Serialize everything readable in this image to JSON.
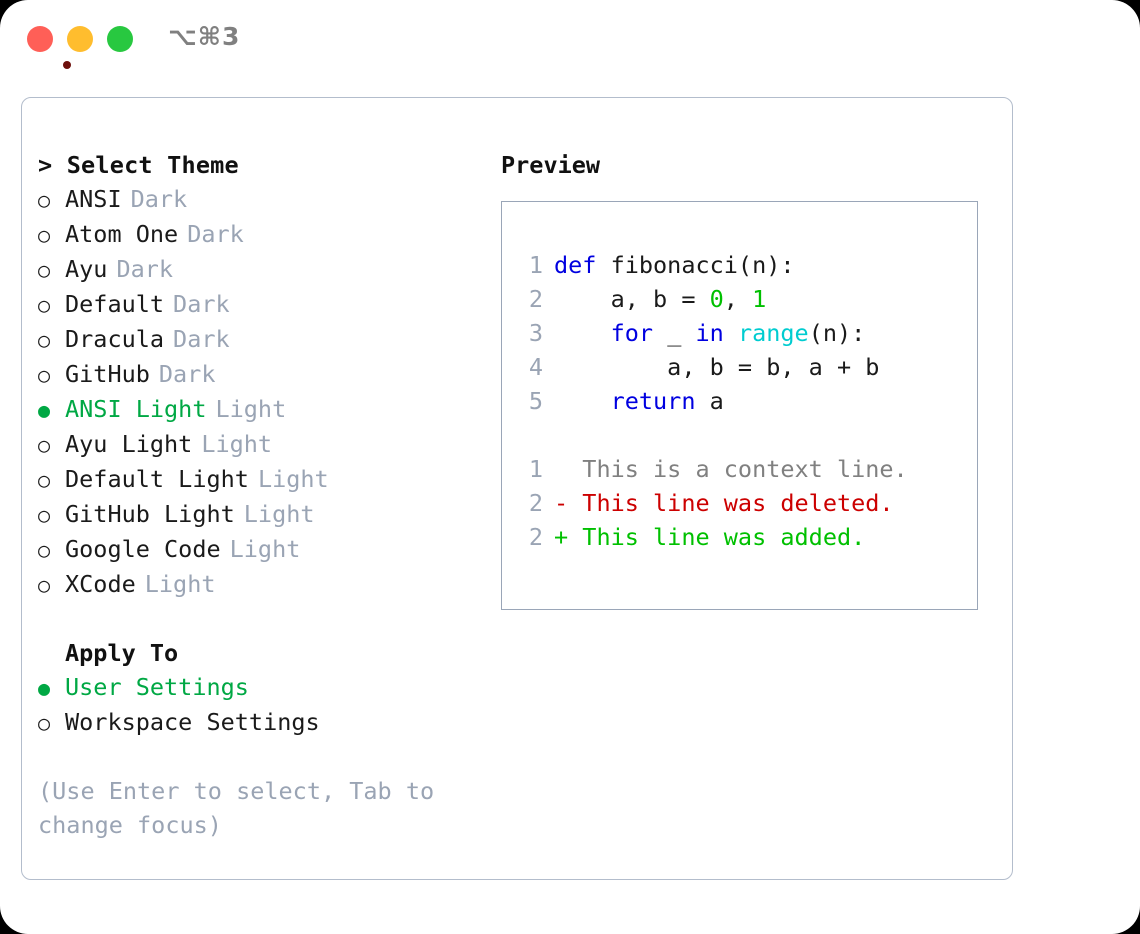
{
  "titlebar": {
    "shortcut": "⌥⌘3",
    "buttons": [
      "close",
      "minimize",
      "maximize"
    ]
  },
  "left": {
    "select_theme_heading": "> Select Theme",
    "apply_to_heading": "Apply To",
    "hint": "(Use Enter to select, Tab to change focus)",
    "bullet_unselected": "○",
    "bullet_selected": "●",
    "themes": [
      {
        "name": "ANSI",
        "tag": "Dark",
        "selected": false
      },
      {
        "name": "Atom One",
        "tag": "Dark",
        "selected": false
      },
      {
        "name": "Ayu",
        "tag": "Dark",
        "selected": false
      },
      {
        "name": "Default",
        "tag": "Dark",
        "selected": false
      },
      {
        "name": "Dracula",
        "tag": "Dark",
        "selected": false
      },
      {
        "name": "GitHub",
        "tag": "Dark",
        "selected": false
      },
      {
        "name": "ANSI Light",
        "tag": "Light",
        "selected": true
      },
      {
        "name": "Ayu Light",
        "tag": "Light",
        "selected": false
      },
      {
        "name": "Default Light",
        "tag": "Light",
        "selected": false
      },
      {
        "name": "GitHub Light",
        "tag": "Light",
        "selected": false
      },
      {
        "name": "Google Code",
        "tag": "Light",
        "selected": false
      },
      {
        "name": "XCode",
        "tag": "Light",
        "selected": false
      }
    ],
    "apply_to": [
      {
        "name": "User Settings",
        "selected": true
      },
      {
        "name": "Workspace Settings",
        "selected": false
      }
    ]
  },
  "preview": {
    "heading": "Preview",
    "code_lines": [
      {
        "no": "1",
        "tokens": [
          {
            "t": "def ",
            "c": "tok-kw"
          },
          {
            "t": "fibonacci(n):",
            "c": "tok-txt"
          }
        ]
      },
      {
        "no": "2",
        "tokens": [
          {
            "t": "    a, b = ",
            "c": "tok-txt"
          },
          {
            "t": "0",
            "c": "tok-num"
          },
          {
            "t": ", ",
            "c": "tok-txt"
          },
          {
            "t": "1",
            "c": "tok-num"
          }
        ]
      },
      {
        "no": "3",
        "tokens": [
          {
            "t": "    ",
            "c": "tok-txt"
          },
          {
            "t": "for",
            "c": "tok-kw"
          },
          {
            "t": " _ ",
            "c": "tok-txt"
          },
          {
            "t": "in",
            "c": "tok-kw"
          },
          {
            "t": " ",
            "c": "tok-txt"
          },
          {
            "t": "range",
            "c": "tok-fn"
          },
          {
            "t": "(n):",
            "c": "tok-txt"
          }
        ]
      },
      {
        "no": "4",
        "tokens": [
          {
            "t": "        a, b = b, a + b",
            "c": "tok-txt"
          }
        ]
      },
      {
        "no": "5",
        "tokens": [
          {
            "t": "    ",
            "c": "tok-txt"
          },
          {
            "t": "return",
            "c": "tok-kw"
          },
          {
            "t": " a",
            "c": "tok-txt"
          }
        ]
      }
    ],
    "diff_lines": [
      {
        "no": "1",
        "text": "  This is a context line.",
        "kind": "tok-ctx"
      },
      {
        "no": "2",
        "text": "- This line was deleted.",
        "kind": "tok-del"
      },
      {
        "no": "2",
        "text": "+ This line was added.",
        "kind": "tok-add"
      }
    ]
  },
  "colors": {
    "accent_green": "#00a844",
    "muted": "#9aa4b4",
    "keyword_blue": "#0000e0",
    "function_cyan": "#00ccd0",
    "number_green": "#00c000",
    "diff_removed": "#cc0000",
    "diff_added": "#00c000",
    "border": "#b3bdcc"
  }
}
